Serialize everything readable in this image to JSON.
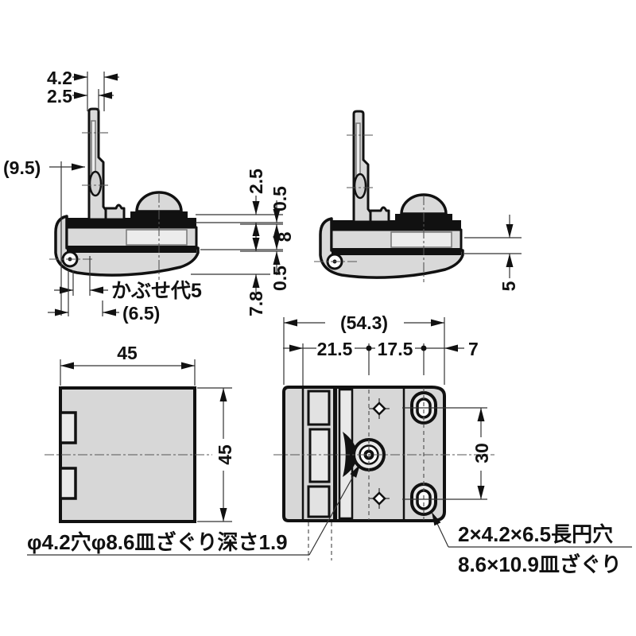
{
  "drawing": {
    "views": {
      "side_closed": {
        "dim_4_2": "4.2",
        "dim_2_5_top": "2.5",
        "dim_9_5": "(9.5)",
        "dim_2_5_right": "2.5",
        "dim_0_5_upper": "0.5",
        "dim_8": "8",
        "dim_0_5_lower": "0.5",
        "dim_7_8": "7.8",
        "dim_overlay": "かぶせ代5",
        "dim_6_5": "(6.5)"
      },
      "side_open": {
        "dim_5": "5"
      },
      "door_panel": {
        "dim_width": "45",
        "dim_height": "45"
      },
      "plan": {
        "dim_overall": "(54.3)",
        "dim_21_5": "21.5",
        "dim_17_5": "17.5",
        "dim_7": "7",
        "dim_30": "30"
      }
    },
    "notes": {
      "countersink_note": "φ4.2穴φ8.6皿ざぐり深さ1.9",
      "slot_note_line1": "2×4.2×6.5長円穴",
      "slot_note_line2": "8.6×10.9皿ざぐり"
    },
    "colors": {
      "line": "#111111",
      "body_gray": "#d9d9d9",
      "inner_gray": "#ececec",
      "background": "#ffffff"
    }
  }
}
